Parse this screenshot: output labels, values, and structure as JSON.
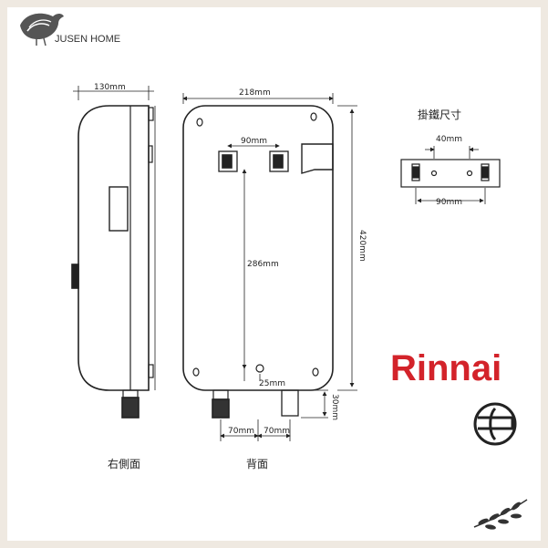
{
  "brand": {
    "logo_text": "JUSEN HOME",
    "maker": "Rinnai"
  },
  "side_view": {
    "width_label": "130mm",
    "caption": "右側面"
  },
  "back_view": {
    "width_label": "218mm",
    "height_label": "420mm",
    "pipe_spacing_label": "90mm",
    "vertical_label": "286mm",
    "bottom_offset_label": "25mm",
    "pipe_depth_label": "30mm",
    "bottom_left_label": "70mm",
    "bottom_right_label": "70mm",
    "caption": "背面"
  },
  "bracket": {
    "title": "掛鐵尺寸",
    "hole_spacing_label": "40mm",
    "width_label": "90mm"
  },
  "colors": {
    "background_frame": "#efe9e1",
    "line": "#222222",
    "brand_red": "#d3232a"
  },
  "icons": [
    "bird-leaf-logo-icon",
    "certification-mark-icon",
    "olive-branch-icon"
  ]
}
